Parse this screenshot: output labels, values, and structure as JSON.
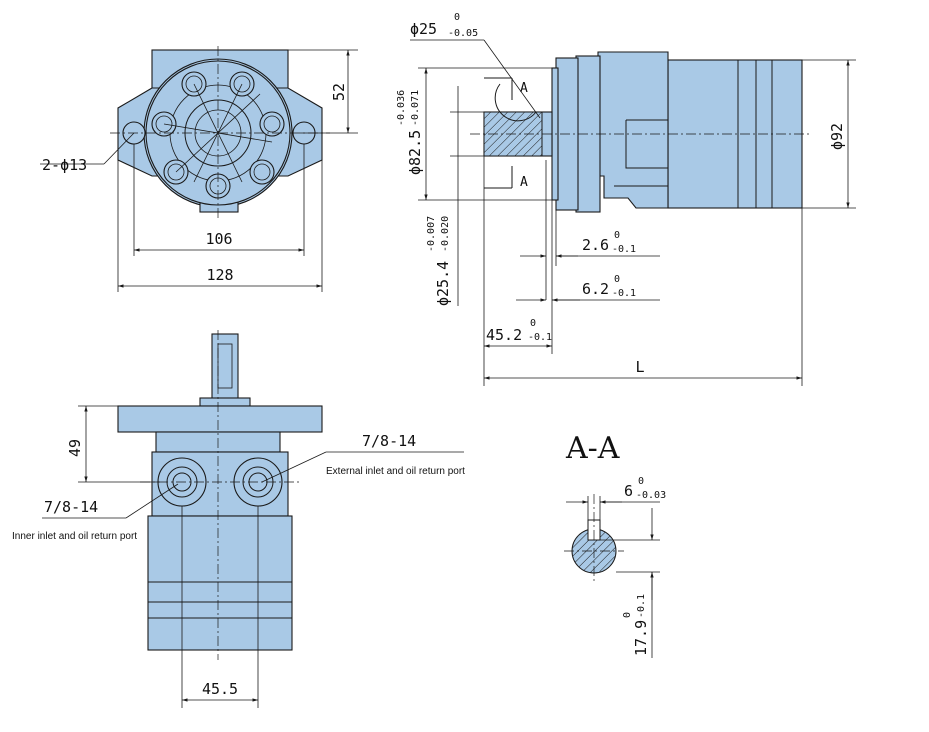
{
  "colors": {
    "body_fill": "#a9c9e6",
    "line": "#1a1a1a",
    "background": "#ffffff"
  },
  "front_view": {
    "dim_mount_hole_main": "2-",
    "dim_mount_hole_phi": "ϕ",
    "dim_mount_hole_size": "13",
    "dim_height": "52",
    "dim_hole_spacing": "106",
    "dim_overall_width": "128"
  },
  "side_view": {
    "dim_shaft_phi_main": "ϕ25",
    "dim_shaft_phi_upper": "0",
    "dim_shaft_phi_lower": "-0.05",
    "dim_pilot_main": "ϕ82.5",
    "dim_pilot_upper": "-0.036",
    "dim_pilot_lower": "-0.071",
    "dim_body_diameter": "ϕ92",
    "dim_key_main": "ϕ25.4",
    "dim_key_upper": "-0.007",
    "dim_key_lower": "-0.020",
    "dim_a_main": "2.6",
    "dim_a_upper": "0",
    "dim_a_lower": "-0.1",
    "dim_b_main": "6.2",
    "dim_b_upper": "0",
    "dim_b_lower": "-0.1",
    "dim_c_main": "45.2",
    "dim_c_upper": "0",
    "dim_c_lower": "-0.1",
    "dim_length": "L",
    "section_mark": "A"
  },
  "bottom_view": {
    "dim_height": "49",
    "port_right_thread": "7/8-14",
    "port_right_label": "External inlet and oil return port",
    "port_left_thread": "7/8-14",
    "port_left_label": "Inner inlet and oil return port",
    "dim_port_spacing": "45.5"
  },
  "section_aa": {
    "title": "A-A",
    "dim_key_width_main": "6",
    "dim_key_width_upper": "0",
    "dim_key_width_lower": "-0.03",
    "dim_key_depth_main": "17.9",
    "dim_key_depth_upper": "0",
    "dim_key_depth_lower": "-0.1"
  }
}
